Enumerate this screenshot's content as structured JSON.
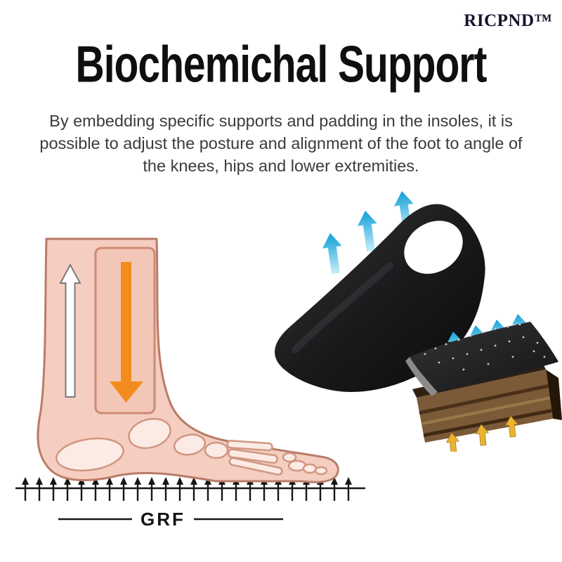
{
  "brand": "RICPND™",
  "headline": "Biochemichal Support",
  "body": "By embedding specific supports and padding in the insoles, it is possible to adjust the posture and alignment of the foot to angle of the knees, hips and lower extremities.",
  "diagram": {
    "grf_label": "GRF",
    "down_arrow_color": "#f28c1e",
    "ground_arrow_color": "#161616",
    "skin_color": "#f5cdc1",
    "bone_color": "#fcebe4"
  },
  "illustrations": {
    "insole_color": "#151517",
    "breathe_arrow_color": "#18a7dd",
    "cushion_arrow_color": "#ecb22e"
  }
}
